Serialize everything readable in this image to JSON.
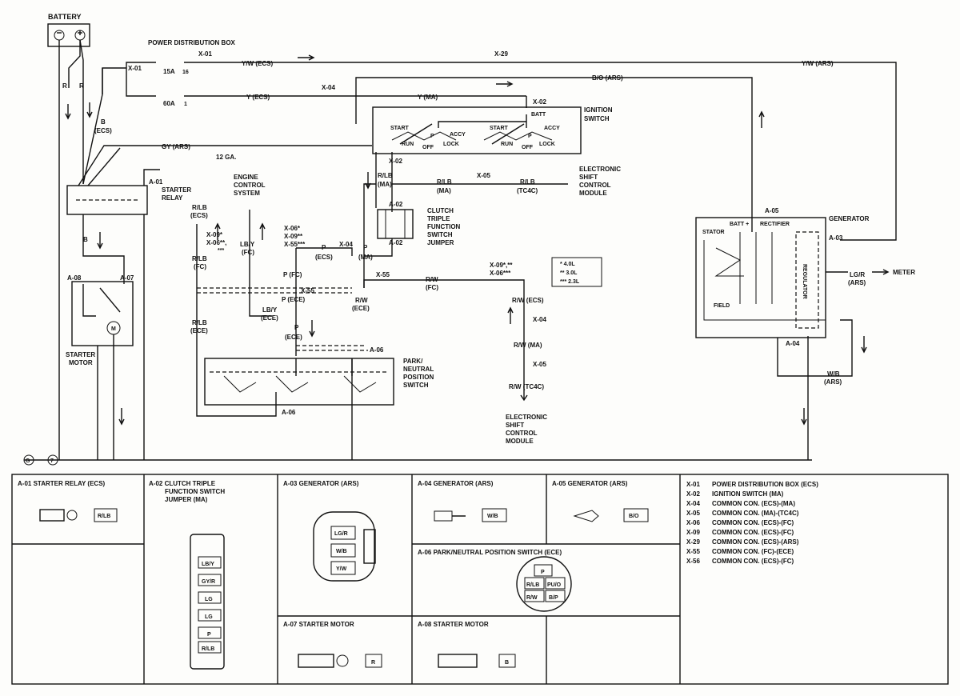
{
  "schematic": {
    "battery": "BATTERY",
    "power_box": "POWER DISTRIBUTION BOX",
    "fuse_15a": "15A",
    "fuse_15a_num": "16",
    "fuse_60a": "60A",
    "fuse_60a_num": "1",
    "x01_a": "X-01",
    "x01_b": "X-01",
    "x29": "X-29",
    "x04_top": "X-04",
    "x02_top": "X-02",
    "x02_bot": "X-02",
    "yw_ecs": "Y/W (ECS)",
    "yw_ars": "Y/W (ARS)",
    "y_ecs": "Y (ECS)",
    "y_ma": "Y (MA)",
    "bo_ars": "B/O (ARS)",
    "gy_ars": "GY (ARS)",
    "ga12": "12 GA.",
    "r1": "R",
    "r2": "R",
    "b_ecs_1": "B",
    "b_ecs_2": "(ECS)",
    "b_mid": "B",
    "ign_1": "IGNITION",
    "ign_2": "SWITCH",
    "batt": "BATT",
    "start1": "START",
    "start2": "START",
    "accy1": "ACCY",
    "accy2": "ACCY",
    "run1": "RUN",
    "run2": "RUN",
    "off1": "OFF",
    "off2": "OFF",
    "lock1": "LOCK",
    "lock2": "LOCK",
    "p1": "P",
    "p2": "P",
    "rlb_ma_1": "R/LB",
    "rlb_ma_2": "(MA)",
    "rlb_ma_b1": "R/LB",
    "rlb_ma_b2": "(MA)",
    "x05_a": "X-05",
    "rlb_tc4c_1": "R/LB",
    "rlb_tc4c_2": "(TC4C)",
    "esc_1": "ELECTRONIC",
    "esc_2": "SHIFT",
    "esc_3": "CONTROL",
    "esc_4": "MODULE",
    "a01": "A-01",
    "starter_relay_1": "STARTER",
    "starter_relay_2": "RELAY",
    "ecs_1": "ENGINE",
    "ecs_2": "CONTROL",
    "ecs_3": "SYSTEM",
    "a02_a": "A-02",
    "a02_b": "A-02",
    "clutch_1": "CLUTCH",
    "clutch_2": "TRIPLE",
    "clutch_3": "FUNCTION",
    "clutch_4": "SWITCH",
    "clutch_5": "JUMPER",
    "rlb_ecs_1": "R/LB",
    "rlb_ecs_2": "(ECS)",
    "x09s": "X-09*",
    "x06ss": "X-06**,",
    "stars3": "***",
    "lby_fc_1": "LB/Y",
    "lby_fc_2": "(FC)",
    "x06s": "X-06*",
    "x09ss": "X-09**",
    "x55sss": "X-55***",
    "p_ecs_1": "P",
    "p_ecs_2": "(ECS)",
    "x04_mid": "X-04",
    "p_ma_1": "P",
    "p_ma_2": "(MA)",
    "rlb_fc_1": "R/LB",
    "rlb_fc_2": "(FC)",
    "p_fc": "P (FC)",
    "x55_a": "X-55",
    "p_ece": "P (ECE)",
    "lby_ece_1": "LB/Y",
    "lby_ece_2": "(ECE)",
    "p_ece2_1": "P",
    "p_ece2_2": "(ECE)",
    "rlb_ece_1": "R/LB",
    "rlb_ece_2": "(ECE)",
    "a08": "A-08",
    "a07": "A-07",
    "starter_motor_1": "STARTER",
    "starter_motor_2": "MOTOR",
    "m": "M",
    "x55_b": "X-55",
    "rw_fc_1": "R/W",
    "rw_fc_2": "(FC)",
    "rw_ece_1": "R/W",
    "rw_ece_2": "(ECE)",
    "x09b": "X-09*,**",
    "x06b": "X-06***",
    "leg_1": "*   4.0L",
    "leg_2": "**  3.0L",
    "leg_3": "*** 2.3L",
    "rw_ecs": "R/W (ECS)",
    "x04_low": "X-04",
    "rw_ma": "R/W (MA)",
    "x05_b": "X-05",
    "rw_tc4c": "R/W (TC4C)",
    "a06_a": "A-06",
    "a06_b": "A-06",
    "pn_1": "PARK/",
    "pn_2": "NEUTRAL",
    "pn_3": "POSITION",
    "pn_4": "SWITCH",
    "a05": "A-05",
    "a03": "A-03",
    "a04": "A-04",
    "generator": "GENERATOR",
    "stator": "STATOR",
    "batt_plus": "BATT +",
    "rectifier": "RECTIFIER",
    "regulator": "REGULATOR",
    "field": "FIELD",
    "lgr_1": "LG/R",
    "lgr_2": "(ARS)",
    "meter": "METER",
    "wb_1": "W/B",
    "wb_2": "(ARS)",
    "g": "G",
    "seven": "7"
  },
  "connectors": {
    "a01_title": "A-01   STARTER RELAY (ECS)",
    "a01_pin": "R/LB",
    "a02_title_1": "A-02   CLUTCH TRIPLE",
    "a02_title_2": "FUNCTION SWITCH",
    "a02_title_3": "JUMPER (MA)",
    "a02_pins": [
      "LB/Y",
      "GY/R",
      "LG",
      "LG",
      "P",
      "R/LB"
    ],
    "a03_title": "A-03   GENERATOR (ARS)",
    "a03_pins": [
      "LG/R",
      "W/B",
      "Y/W"
    ],
    "a04_title": "A-04   GENERATOR (ARS)",
    "a04_pin": "W/B",
    "a05_title": "A-05   GENERATOR (ARS)",
    "a05_pin": "B/O",
    "a06_title": "A-06   PARK/NEUTRAL POSITION SWITCH (ECE)",
    "a06_pins": [
      "P",
      "R/LB",
      "PU/O",
      "R/W",
      "B/P"
    ],
    "a07_title": "A-07   STARTER MOTOR",
    "a07_pin": "R",
    "a08_title": "A-08   STARTER MOTOR",
    "a08_pin": "B"
  },
  "legend": [
    {
      "code": "X-01",
      "desc": "POWER DISTRIBUTION BOX (ECS)"
    },
    {
      "code": "X-02",
      "desc": "IGNITION SWITCH (MA)"
    },
    {
      "code": "X-04",
      "desc": "COMMON CON. (ECS)-(MA)"
    },
    {
      "code": "X-05",
      "desc": "COMMON CON. (MA)-(TC4C)"
    },
    {
      "code": "X-06",
      "desc": "COMMON CON. (ECS)-(FC)"
    },
    {
      "code": "X-09",
      "desc": "COMMON CON. (ECS)-(FC)"
    },
    {
      "code": "X-29",
      "desc": "COMMON CON. (ECS)-(ARS)"
    },
    {
      "code": "X-55",
      "desc": "COMMON CON. (FC)-(ECE)"
    },
    {
      "code": "X-56",
      "desc": "COMMON CON. (ECS)-(FC)"
    }
  ]
}
